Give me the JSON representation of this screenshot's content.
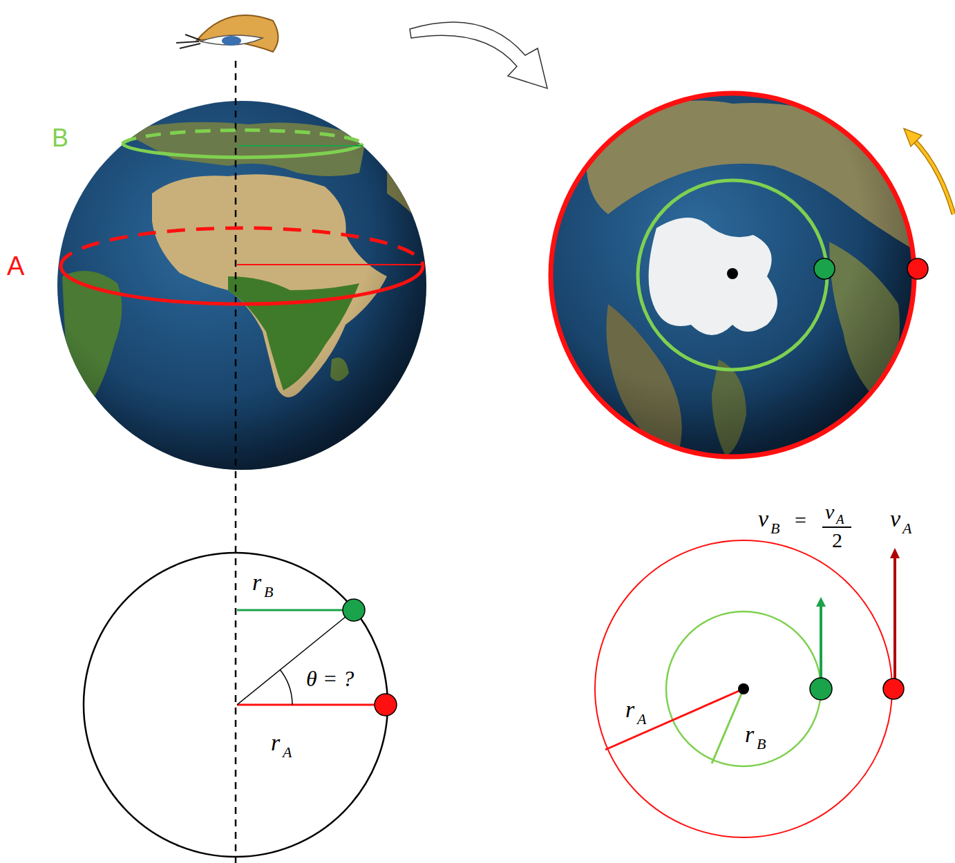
{
  "diagram": {
    "labels": [
      "B",
      "A",
      "r",
      "B",
      "θ = ?",
      "r",
      "A",
      "v",
      "B",
      "=",
      "v",
      "A",
      "2",
      "v",
      "A",
      "r",
      "A",
      "r",
      "B"
    ]
  }
}
